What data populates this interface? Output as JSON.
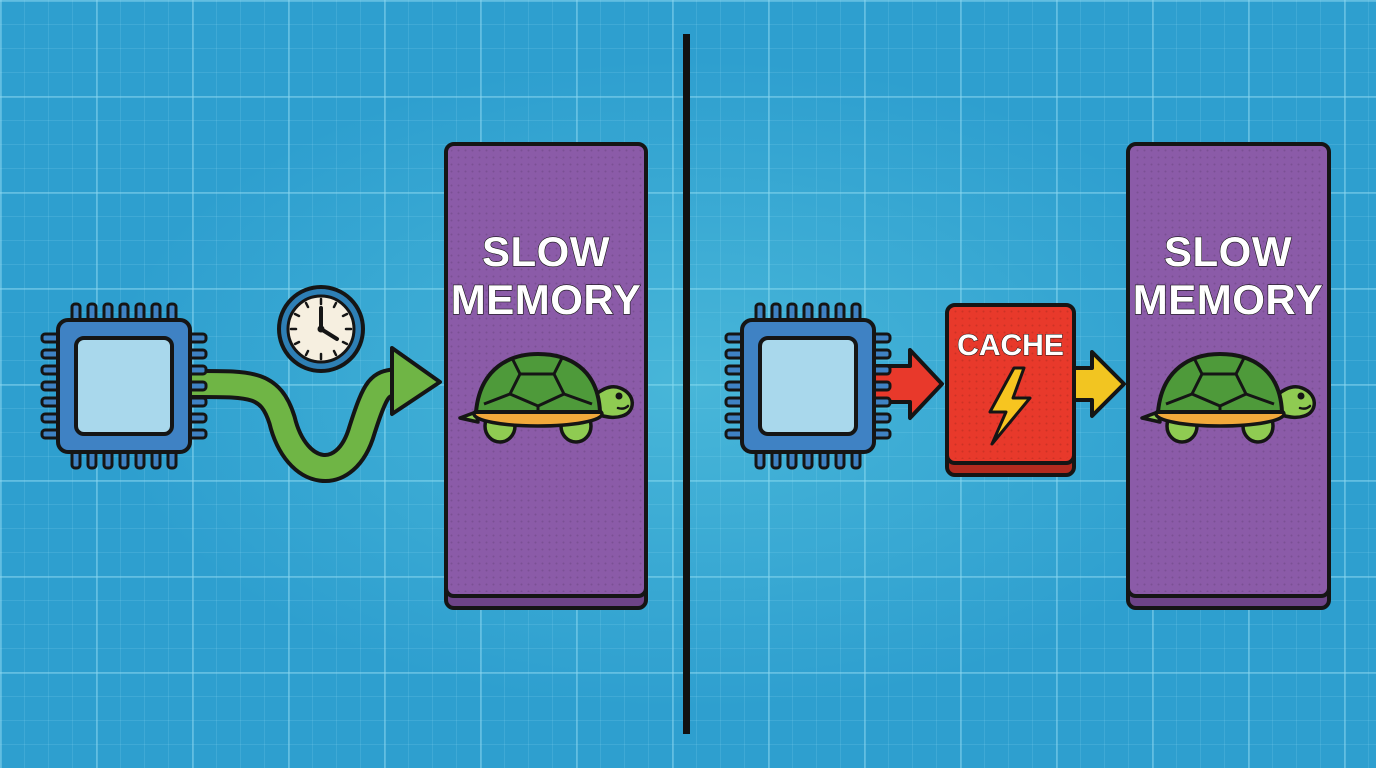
{
  "left_panel": {
    "memory_label_line1": "SLOW",
    "memory_label_line2": "MEMORY",
    "icons": [
      "cpu-chip-icon",
      "clock-icon",
      "wavy-arrow-icon",
      "turtle-icon"
    ]
  },
  "right_panel": {
    "memory_label_line1": "SLOW",
    "memory_label_line2": "MEMORY",
    "cache_label": "CACHE",
    "icons": [
      "cpu-chip-icon",
      "lightning-bolt-icon",
      "arrow-right-icon",
      "turtle-icon"
    ]
  },
  "colors": {
    "background": "#2e9fcf",
    "memory": "#8b5ba8",
    "cache": "#e8392b",
    "chip": "#3f82c4",
    "chip_die": "#a9d8ec",
    "slow_path": "#6fb545",
    "cpu_to_cache_arrow": "#e8392b",
    "cache_to_memory_arrow": "#f2c521",
    "bolt": "#f7c520",
    "turtle_shell": "#4e9a3a",
    "turtle_skin": "#8fcb52"
  }
}
